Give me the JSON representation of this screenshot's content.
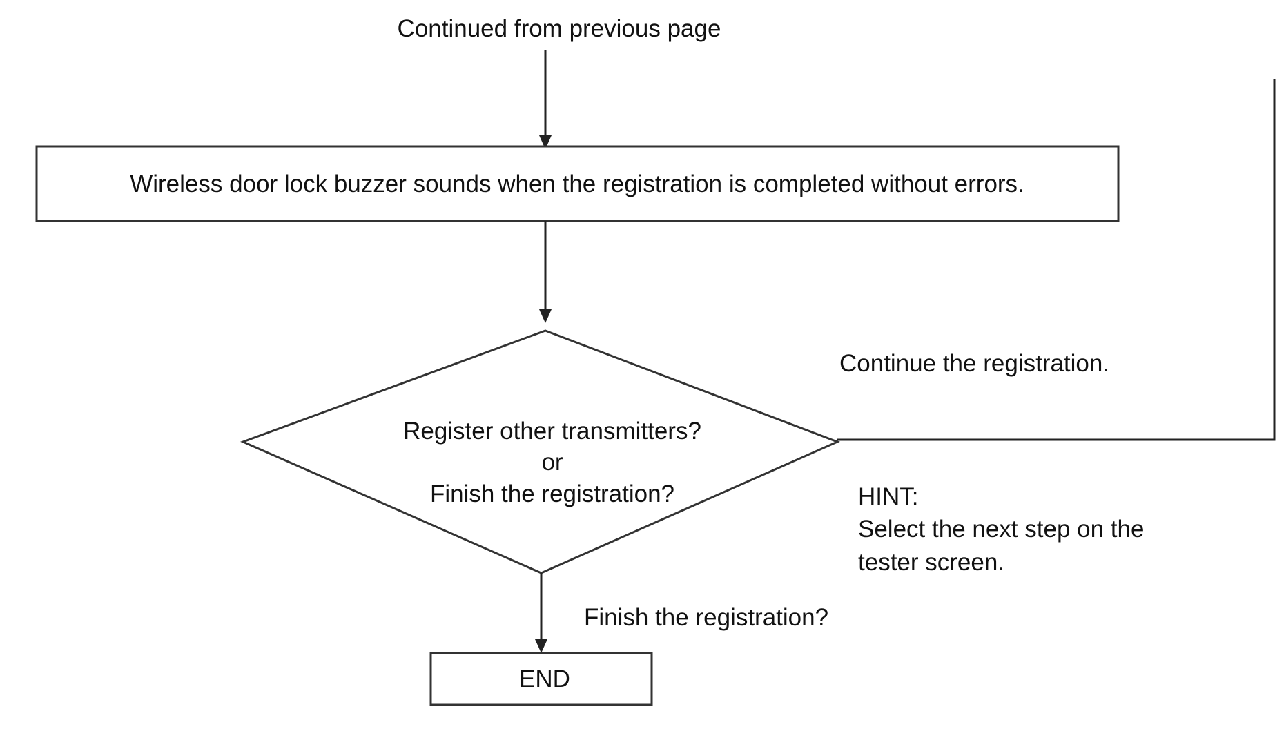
{
  "top_note": "Continued from previous page",
  "step_box": "Wireless door lock buzzer sounds when the registration is completed without errors.",
  "decision": {
    "line1": "Register other transmitters?",
    "line2": "or",
    "line3": "Finish the registration?"
  },
  "branch_continue": "Continue the registration.",
  "hint": {
    "title": "HINT:",
    "line1": "Select the next step on the",
    "line2": "tester screen."
  },
  "branch_finish": "Finish the registration?",
  "end_box": "END"
}
